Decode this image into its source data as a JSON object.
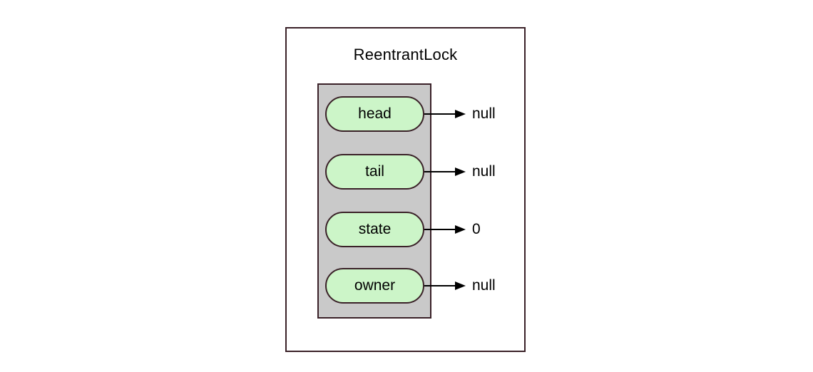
{
  "diagram": {
    "title": "ReentrantLock",
    "fields": [
      {
        "name": "head",
        "value": "null"
      },
      {
        "name": "tail",
        "value": "null"
      },
      {
        "name": "state",
        "value": "0"
      },
      {
        "name": "owner",
        "value": "null"
      }
    ],
    "colors": {
      "background": "#ffffff",
      "stroke": "#3a2128",
      "panel_fill": "#c9c9c9",
      "pill_fill": "#ccf5c8",
      "arrow": "#000000",
      "text": "#000000"
    }
  }
}
